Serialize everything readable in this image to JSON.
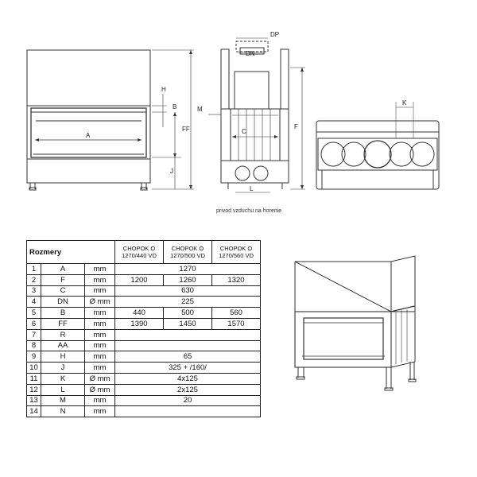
{
  "caption": "privod vzduchu na horenie",
  "labels": {
    "A": "A",
    "B": "B",
    "H": "H",
    "FF": "FF",
    "J": "J",
    "M": "M",
    "DN": "DN",
    "DP": "DP",
    "C": "C",
    "F": "F",
    "L": "L",
    "K": "K"
  },
  "table": {
    "title": "Rozmery",
    "models": [
      [
        "CHOPOK O",
        "1270/440 VD"
      ],
      [
        "CHOPOK O",
        "1270/500 VD"
      ],
      [
        "CHOPOK O",
        "1270/560 VD"
      ]
    ],
    "rows": [
      {
        "n": "1",
        "sym": "A",
        "unit": "mm",
        "vals": [
          "1270"
        ]
      },
      {
        "n": "2",
        "sym": "F",
        "unit": "mm",
        "vals": [
          "1200",
          "1260",
          "1320"
        ]
      },
      {
        "n": "3",
        "sym": "C",
        "unit": "mm",
        "vals": [
          "630"
        ]
      },
      {
        "n": "4",
        "sym": "DN",
        "unit": "Ø mm",
        "vals": [
          "225"
        ]
      },
      {
        "n": "5",
        "sym": "B",
        "unit": "mm",
        "vals": [
          "440",
          "500",
          "560"
        ]
      },
      {
        "n": "6",
        "sym": "FF",
        "unit": "mm",
        "vals": [
          "1390",
          "1450",
          "1570"
        ]
      },
      {
        "n": "7",
        "sym": "R",
        "unit": "mm",
        "vals": [
          ""
        ]
      },
      {
        "n": "8",
        "sym": "AA",
        "unit": "mm",
        "vals": [
          ""
        ]
      },
      {
        "n": "9",
        "sym": "H",
        "unit": "mm",
        "vals": [
          "65"
        ]
      },
      {
        "n": "10",
        "sym": "J",
        "unit": "mm",
        "vals": [
          "325 + /160/"
        ]
      },
      {
        "n": "11",
        "sym": "K",
        "unit": "Ø mm",
        "vals": [
          "4x125"
        ]
      },
      {
        "n": "12",
        "sym": "L",
        "unit": "Ø mm",
        "vals": [
          "2x125"
        ]
      },
      {
        "n": "13",
        "sym": "M",
        "unit": "mm",
        "vals": [
          "20"
        ]
      },
      {
        "n": "14",
        "sym": "N",
        "unit": "mm",
        "vals": [
          ""
        ]
      }
    ]
  }
}
